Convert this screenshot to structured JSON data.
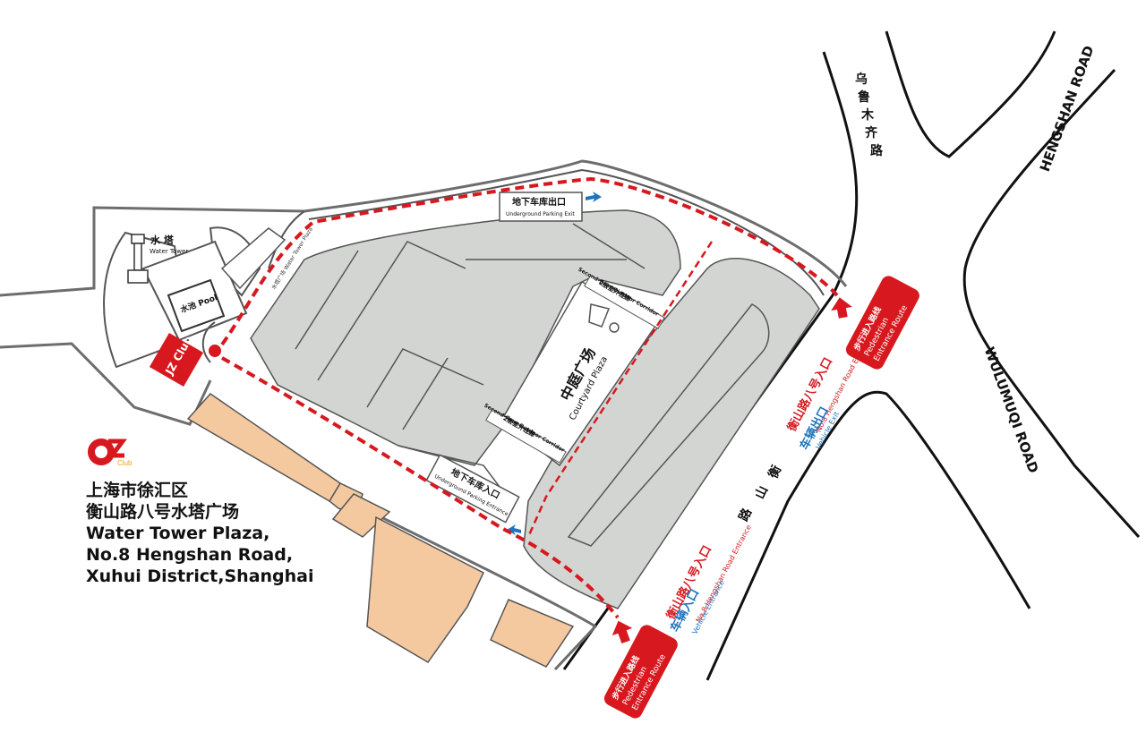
{
  "roads": {
    "hengshan_en": "HENGSHAN ROAD",
    "wulumuqi_en": "WULUMUQI ROAD",
    "wulumuqi_cn": [
      "乌",
      "鲁",
      "木",
      "齐",
      "路"
    ],
    "hengshan_cn": [
      "衡",
      "山",
      "路"
    ]
  },
  "labels": {
    "water_tower_cn": "水 塔",
    "water_tower_en": "Water Tower",
    "pool": "水池 Pool",
    "jz_club": "JZ Club",
    "plaza_corridor": "水塔广场 Water Tower Plaza",
    "parking_exit_cn": "地下车库出口",
    "parking_exit_en": "Underground Parking Exit",
    "parking_entrance_cn": "地下车库入口",
    "parking_entrance_en": "Underground Parking Entrance",
    "corridor_cn": "2层室外连廊",
    "corridor_en": "Second-floor Outdoor Corridor",
    "courtyard_cn": "中庭广场",
    "courtyard_en": "Courtyard Plaza"
  },
  "entrances": {
    "upper_entrance_cn": "衡山路八号入口",
    "upper_entrance_en": "No.8 Hengshan Road Entrance",
    "vehicle_exit_cn": "车辆出口",
    "vehicle_exit_en": "Vehicle Exit",
    "lower_entrance_cn": "衡山路八号入口",
    "lower_entrance_en": "No.8 Hengshan Road Entrance",
    "vehicle_entrance_cn": "车辆入口",
    "vehicle_entrance_en": "Vehicle Entrance",
    "pedestrian_cn": "步行进入路线",
    "pedestrian_en1": "Pedestrian",
    "pedestrian_en2": "Entrance Route"
  },
  "address": {
    "line1": "上海市徐汇区",
    "line2": "衡山路八号水塔广场",
    "line3": "Water Tower Plaza,",
    "line4": "No.8 Hengshan Road,",
    "line5": "Xuhui District,Shanghai"
  },
  "logo": {
    "text": "Club"
  },
  "colors": {
    "route_red": "#d7191f",
    "vehicle_blue": "#1c75bc",
    "building_gray": "#d3d5d3",
    "neighbor_peach": "#f5c9a0",
    "outline": "#555555"
  }
}
